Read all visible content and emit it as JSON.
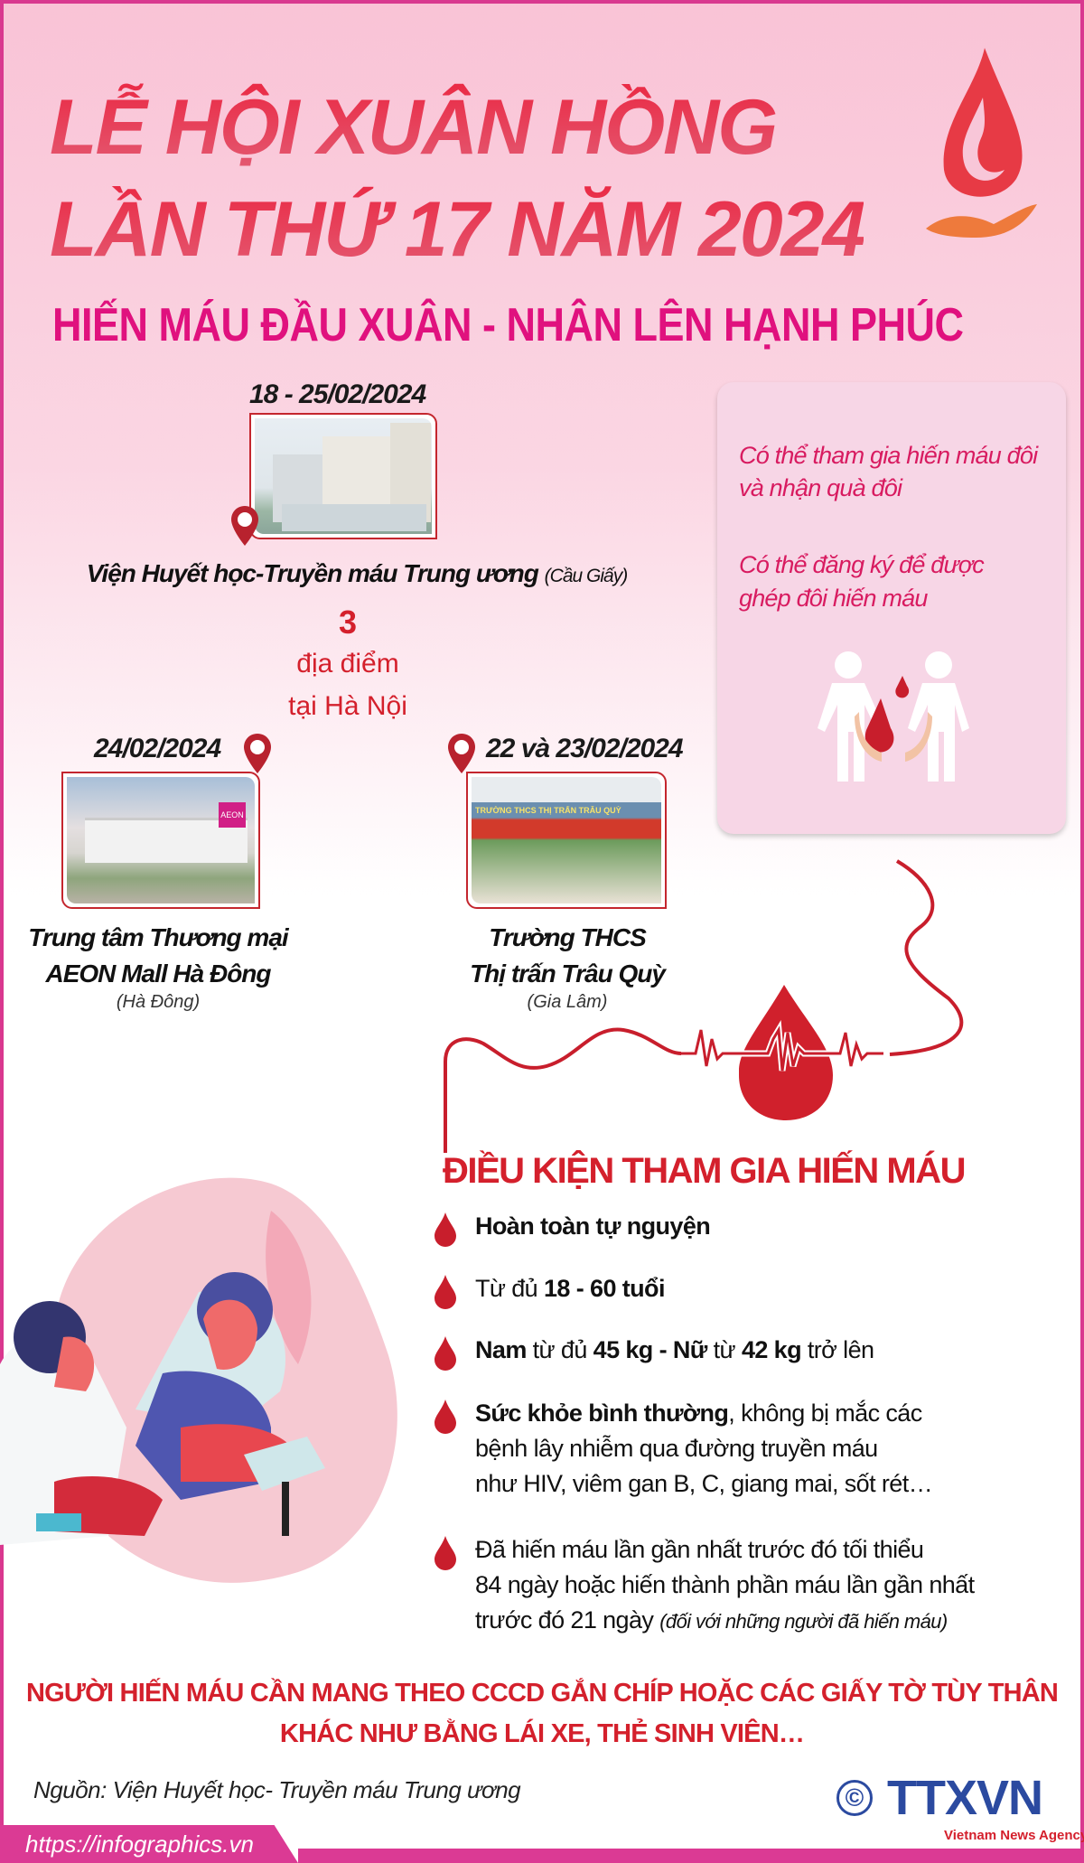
{
  "header": {
    "title_line1": "LỄ HỘI XUÂN HỒNG",
    "title_line2": "LẦN THỨ 17 NĂM 2024",
    "subtitle": "HIẾN MÁU ĐẦU XUÂN - NHÂN LÊN HẠNH PHÚC"
  },
  "locations": {
    "count": "3",
    "count_label_1": "địa điểm",
    "count_label_2": "tại Hà Nội",
    "items": [
      {
        "date": "18 - 25/02/2024",
        "name": "Viện Huyết học-Truyền máu Trung ương",
        "district": "(Cầu Giấy)"
      },
      {
        "date": "24/02/2024",
        "name_line1": "Trung tâm Thương mại",
        "name_line2": "AEON Mall Hà Đông",
        "district": "(Hà Đông)",
        "sign": "AEON"
      },
      {
        "date": "22 và 23/02/2024",
        "name_line1": "Trường THCS",
        "name_line2": "Thị trấn Trâu Quỳ",
        "district": "(Gia Lâm)",
        "sign": "TRƯỜNG THCS THỊ TRẤN TRÂU QUỲ"
      }
    ]
  },
  "info_box": {
    "line1a": "Có thể tham gia hiến máu đôi",
    "line1b": "và nhận quà đôi",
    "line2a": "Có thể đăng ký để được",
    "line2b": "ghép đôi hiến máu"
  },
  "conditions": {
    "heading": "ĐIỀU KIỆN THAM GIA HIẾN MÁU",
    "items": [
      {
        "b1": "Hoàn toàn tự nguyện"
      },
      {
        "t1": "Từ đủ ",
        "b1": "18 - 60 tuổi"
      },
      {
        "b1": "Nam",
        "t1": " từ đủ ",
        "b2": "45 kg - Nữ",
        "t2": " từ ",
        "b3": "42 kg",
        "t3": " trở lên"
      },
      {
        "b1": "Sức khỏe bình thường",
        "t1": ", không bị mắc các",
        "l2": "bệnh lây nhiễm qua đường truyền máu",
        "l3": "như HIV, viêm gan B, C, giang mai, sốt rét…"
      },
      {
        "l1": "Đã hiến máu lần gần nhất trước đó tối thiểu",
        "l2": "84 ngày hoặc hiến thành phần máu lần gần nhất",
        "l3": "trước đó 21 ngày ",
        "note": "(đối với những người đã hiến máu)"
      }
    ]
  },
  "notice": {
    "line1": "NGƯỜI HIẾN MÁU CẦN MANG THEO CCCD GẮN CHÍP HOẶC CÁC GIẤY TỜ TÙY THÂN",
    "line2": "KHÁC NHƯ BẰNG LÁI XE, THẺ SINH VIÊN…"
  },
  "footer": {
    "source": "Nguồn: Viện Huyết học- Truyền máu Trung ương",
    "url": "https://infographics.vn",
    "logo_text": "TTXVN",
    "logo_sub": "Vietnam News Agency",
    "copyright": "©"
  },
  "colors": {
    "accent_red": "#d4202c",
    "magenta": "#e0117e",
    "frame": "#d9388f",
    "box_bg": "#f7d6e6"
  },
  "icons": [
    "blood-drop-hand-icon",
    "location-pin-icon",
    "couple-donation-icon",
    "heartbeat-drop-icon",
    "blood-drop-bullet-icon"
  ]
}
